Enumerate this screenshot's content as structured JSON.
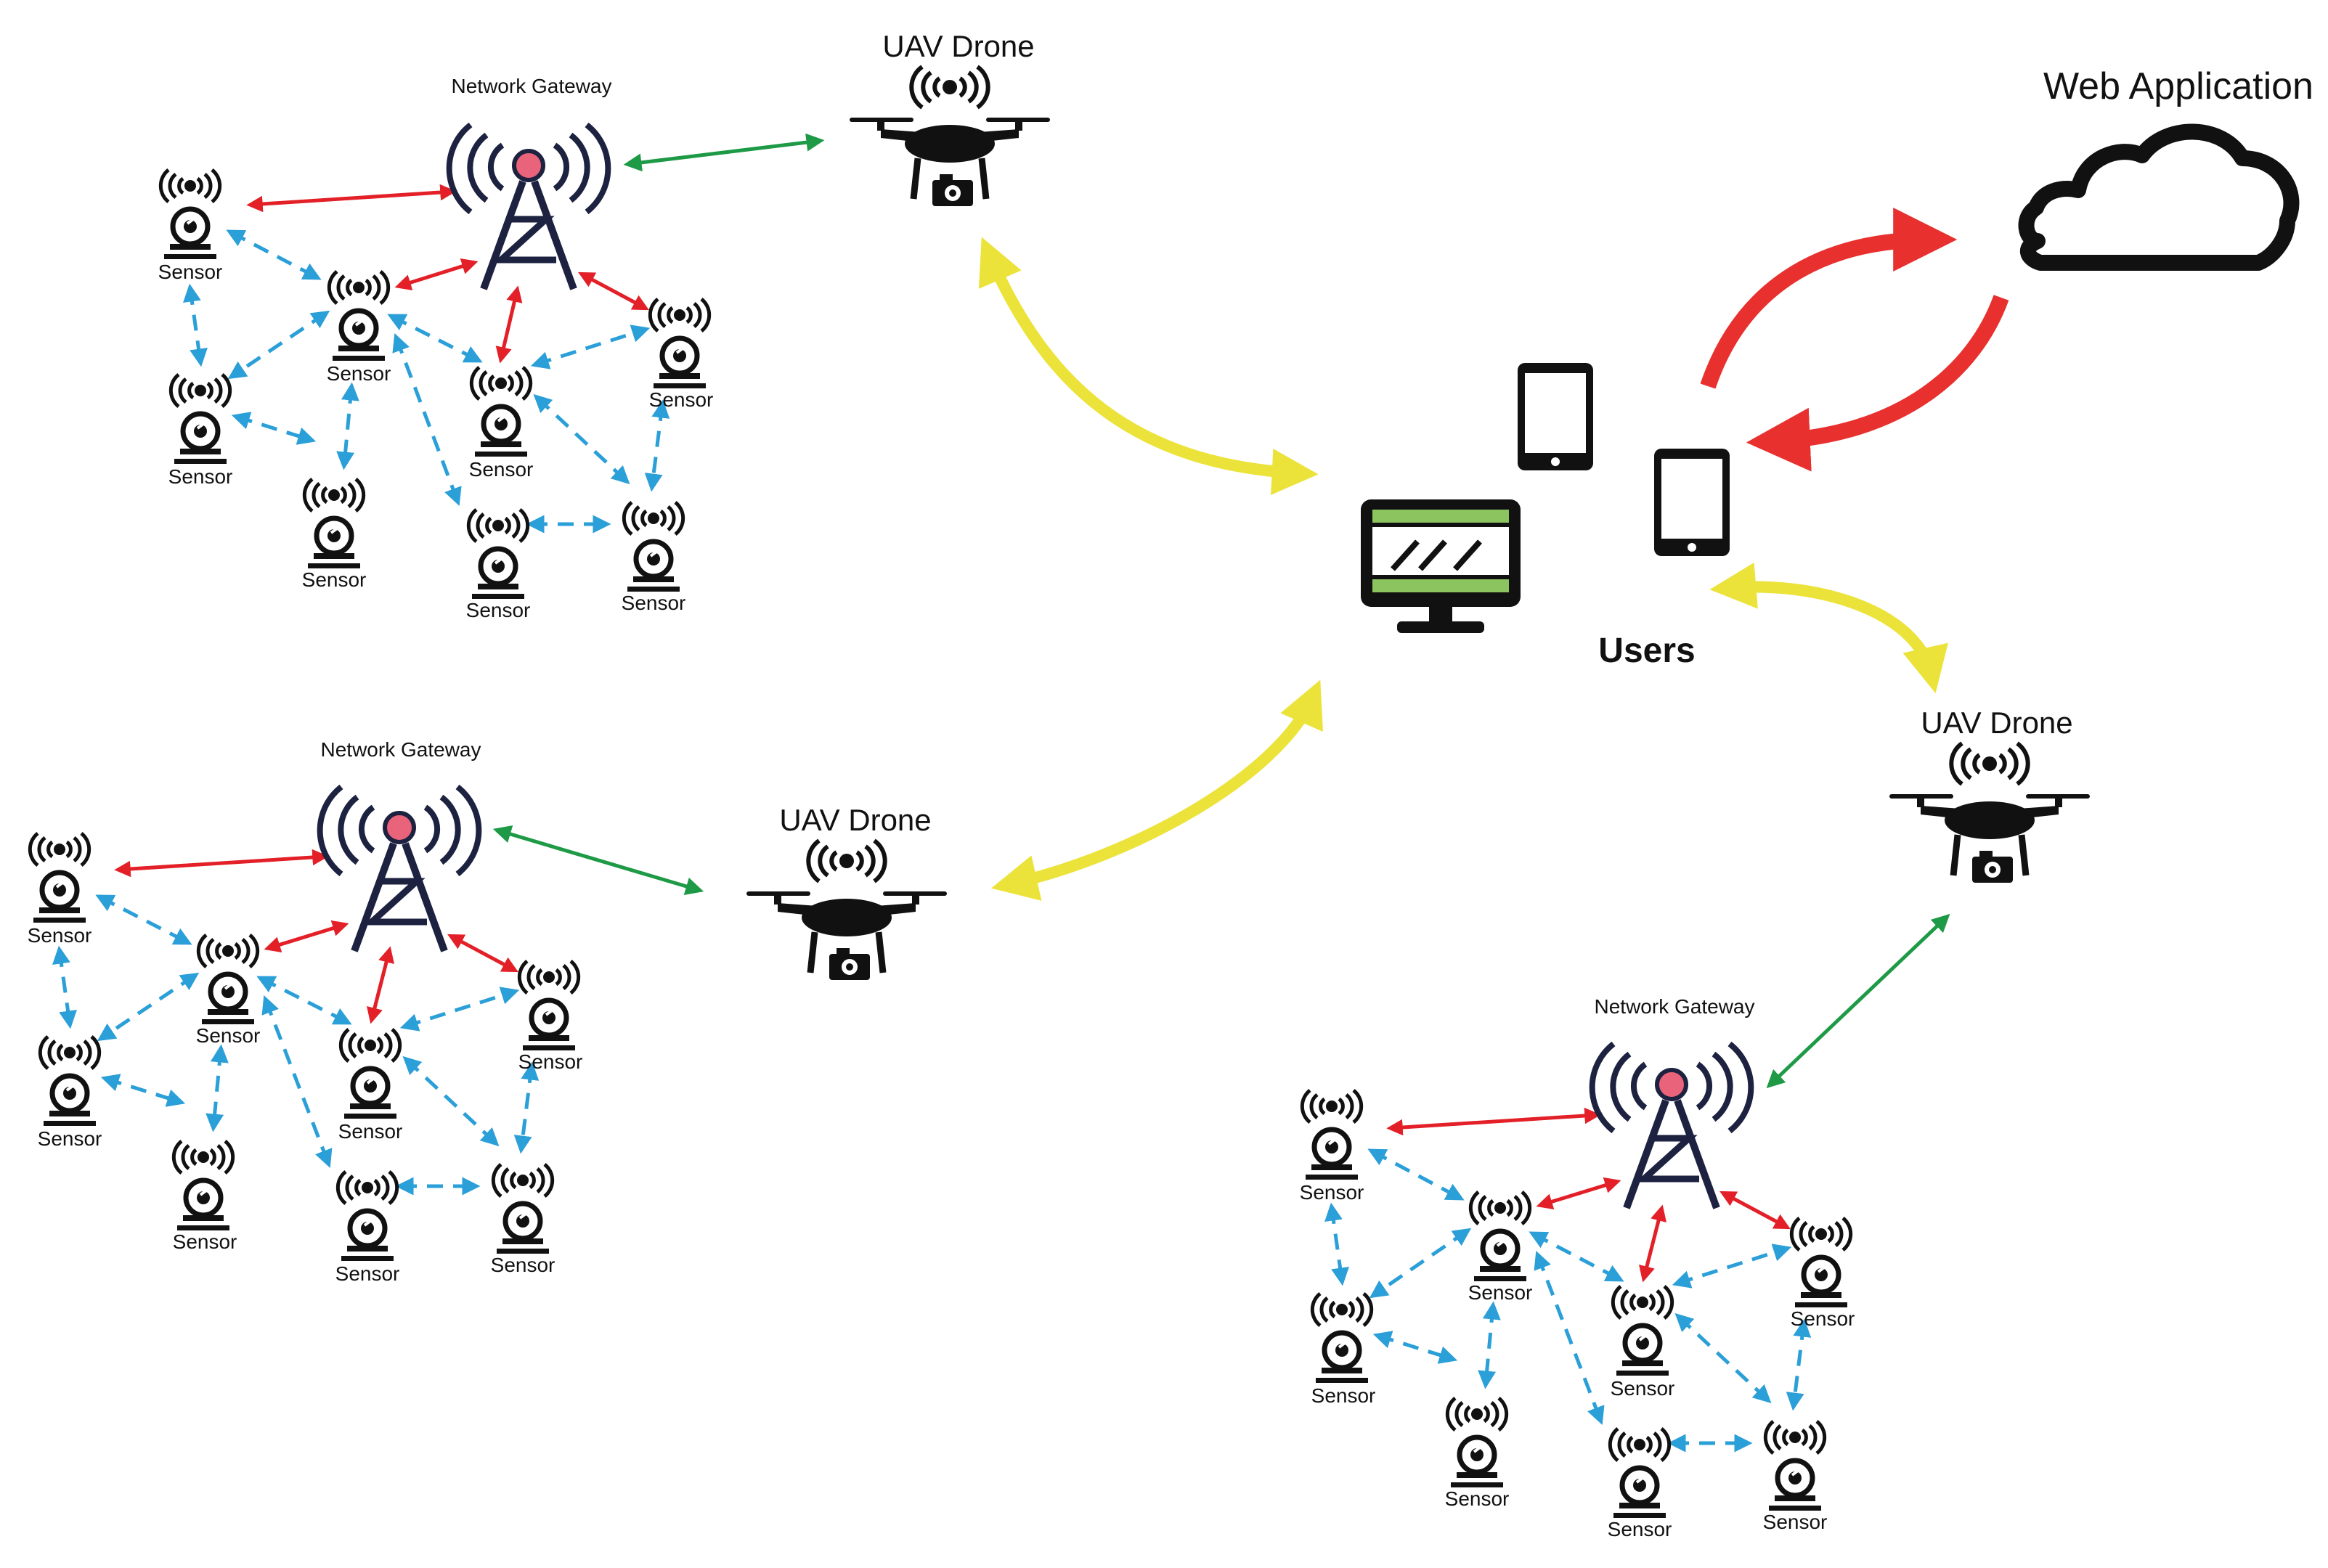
{
  "labels": {
    "web_application": "Web Application",
    "users": "Users",
    "uav_drone": "UAV Drone",
    "network_gateway": "Network Gateway",
    "sensor": "Sensor"
  },
  "colors": {
    "gateway_link": "#e32028",
    "sensor_link": "#2b9fd8",
    "drone_link": "#1e9a47",
    "user_link": "#ebe33a",
    "cloud_link": "#e8312f",
    "icon": "#111111",
    "tower_dark": "#1c2240",
    "tower_beacon": "#e9637a",
    "monitor_green": "#8cc45f"
  },
  "icons": {
    "cloud": "cloud-icon",
    "tablet": "tablet-icon",
    "monitor": "monitor-icon",
    "drone": "drone-icon",
    "tower": "cell-tower-icon",
    "sensor": "sensor-icon"
  }
}
